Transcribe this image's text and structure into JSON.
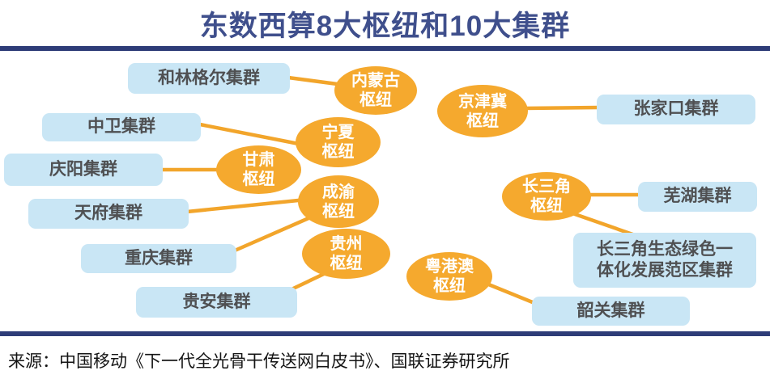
{
  "title": "东数西算8大枢纽和10大集群",
  "source": "来源：中国移动《下一代全光骨干传送网白皮书》、国联证券研究所",
  "colors": {
    "title_text": "#3f4f8c",
    "rule_bar": "#2e3c78",
    "hub_fill": "#f5a92e",
    "hub_text": "#ffffff",
    "cluster_fill": "#c9e6f5",
    "cluster_text": "#4f5052",
    "connector": "#f2a52b"
  },
  "diagram": {
    "hubs": {
      "neimenggu": {
        "line1": "内蒙古",
        "line2": "枢纽"
      },
      "ningxia": {
        "line1": "宁夏",
        "line2": "枢纽"
      },
      "gansu": {
        "line1": "甘肃",
        "line2": "枢纽"
      },
      "chengyu": {
        "line1": "成渝",
        "line2": "枢纽"
      },
      "guizhou": {
        "line1": "贵州",
        "line2": "枢纽"
      },
      "jingjinji": {
        "line1": "京津冀",
        "line2": "枢纽"
      },
      "changsanjiao": {
        "line1": "长三角",
        "line2": "枢纽"
      },
      "yuegangao": {
        "line1": "粤港澳",
        "line2": "枢纽"
      }
    },
    "clusters": {
      "helingeer": "和林格尔集群",
      "zhongwei": "中卫集群",
      "qingyang": "庆阳集群",
      "tianfu": "天府集群",
      "chongqing": "重庆集群",
      "guian": "贵安集群",
      "zhangjiakou": "张家口集群",
      "wuhu": "芜湖集群",
      "shengtai_line1": "长三角生态绿色一",
      "shengtai_line2": "体化发展范区集群",
      "shaoguan": "韶关集群"
    }
  }
}
